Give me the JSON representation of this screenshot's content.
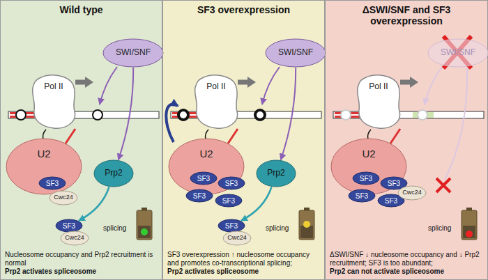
{
  "diagram": {
    "nodes": [
      {
        "text": [
          "Wild type",
          "Nucleosome occupancy and Prp2 recruitment is normal",
          "Prp2 activates spliceosome"
        ]
      },
      {
        "text": [
          "SWI/SNF"
        ],
        "in": 0
      },
      {
        "text": [
          "Pol II"
        ],
        "in": 0
      },
      {
        "text": [
          "U2"
        ],
        "in": 0
      },
      {
        "text": [
          "SF3"
        ],
        "in": 0
      },
      {
        "text": [
          "Cwc24"
        ],
        "in": 0
      },
      {
        "text": [
          "Prp2"
        ],
        "in": 0
      },
      {
        "text": [
          "SF3"
        ],
        "in": 0
      },
      {
        "text": [
          "Cwc24"
        ],
        "in": 0
      },
      {
        "text": [
          "SF3 overexpression",
          "SF3 overexpression ↑ nucleosome occupancy and promotes co-transcriptional splicing;",
          "Prp2 activates spliceosome"
        ]
      },
      {
        "text": [
          "SWI/SNF"
        ],
        "in": 9
      },
      {
        "text": [
          "Pol II"
        ],
        "in": 9
      },
      {
        "text": [
          "U2"
        ],
        "in": 9
      },
      {
        "text": [
          "SF3"
        ],
        "in": 9
      },
      {
        "text": [
          "SF3"
        ],
        "in": 9
      },
      {
        "text": [
          "SF3"
        ],
        "in": 9
      },
      {
        "text": [
          "SF3"
        ],
        "in": 9
      },
      {
        "text": [
          "Prp2"
        ],
        "in": 9
      },
      {
        "text": [
          "SF3"
        ],
        "in": 9
      },
      {
        "text": [
          "Cwc24"
        ],
        "in": 9
      },
      {
        "text": [
          "ΔSWI/SNF and SF3 overexpression",
          "ΔSWI/SNF ↓ nucleosome occupancy and ↓ Prp2 recruitment; SF3 is too abundant;",
          "Prp2 can not activate spliceosome"
        ]
      },
      {
        "text": [
          "SWI/SNF"
        ],
        "in": 20
      },
      {
        "text": [
          "Pol II"
        ],
        "in": 20
      },
      {
        "text": [
          "U2"
        ],
        "in": 20
      },
      {
        "text": [
          "SF3"
        ],
        "in": 20
      },
      {
        "text": [
          "SF3"
        ],
        "in": 20
      },
      {
        "text": [
          "SF3"
        ],
        "in": 20
      },
      {
        "text": [
          "SF3"
        ],
        "in": 20
      },
      {
        "text": [
          "Cwc24"
        ],
        "in": 20
      }
    ],
    "edges": [
      {
        "from": 1,
        "to": 6,
        "arrow": "to"
      },
      {
        "from": 6,
        "to": 7,
        "arrow": "to"
      },
      {
        "from": 10,
        "to": 17,
        "arrow": "to"
      },
      {
        "from": 17,
        "to": 18,
        "arrow": "to"
      }
    ],
    "labels": [
      "splicing",
      "splicing",
      "splicing"
    ]
  }
}
